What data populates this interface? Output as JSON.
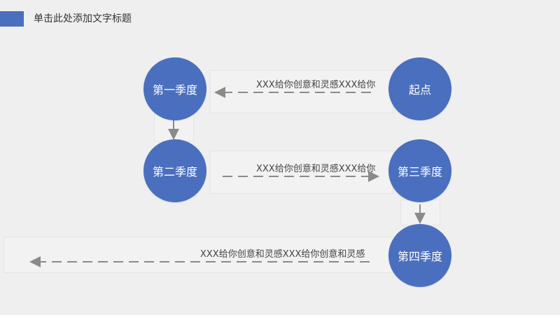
{
  "header": {
    "title": "单击此处添加文字标题",
    "accent_color": "#4a6fbe"
  },
  "nodes": {
    "start": "起点",
    "q1": "第一季度",
    "q2": "第二季度",
    "q3": "第三季度",
    "q4": "第四季度"
  },
  "connectors": {
    "start_to_q1": "XXX给你创意和灵感XXX给你",
    "q2_to_q3": "XXX给你创意和灵感XXX给你",
    "q4_out": "XXX给你创意和灵感XXX给你创意和灵感"
  },
  "colors": {
    "node_fill": "#4a6fbe",
    "arrow": "#8a8a8a"
  }
}
